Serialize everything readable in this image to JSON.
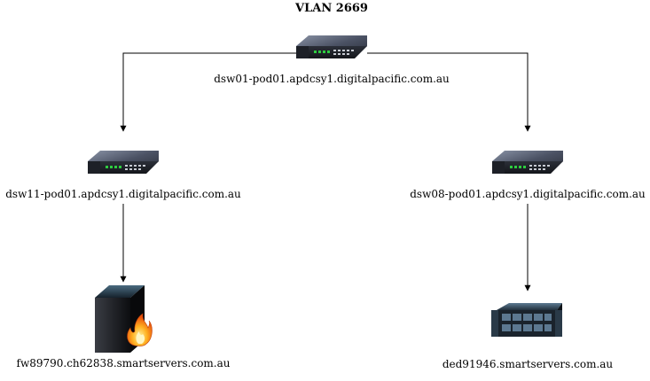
{
  "diagram": {
    "title": "VLAN 2669",
    "nodes": [
      {
        "id": "dsw01",
        "type": "switch",
        "label": "dsw01-pod01.apdcsy1.digitalpacific.com.au"
      },
      {
        "id": "dsw11",
        "type": "switch",
        "label": "dsw11-pod01.apdcsy1.digitalpacific.com.au"
      },
      {
        "id": "dsw08",
        "type": "switch",
        "label": "dsw08-pod01.apdcsy1.digitalpacific.com.au"
      },
      {
        "id": "fw89790",
        "type": "firewall",
        "label": "fw89790.ch62838.smartservers.com.au"
      },
      {
        "id": "ded91946",
        "type": "server",
        "label": "ded91946.smartservers.com.au"
      }
    ],
    "edges": [
      {
        "from": "dsw01",
        "to": "dsw11"
      },
      {
        "from": "dsw01",
        "to": "dsw08"
      },
      {
        "from": "dsw11",
        "to": "fw89790"
      },
      {
        "from": "dsw08",
        "to": "ded91946"
      }
    ],
    "colors": {
      "line": "#000000",
      "switch_body": "#3d4250",
      "switch_ports": "#2ecc40",
      "flame": "#f7931e"
    }
  }
}
